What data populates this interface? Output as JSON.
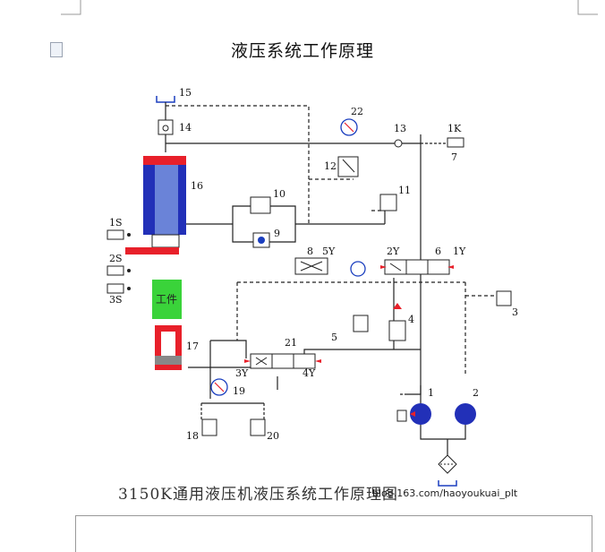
{
  "document": {
    "title": "液压系统工作原理",
    "caption": "3150K通用液压机液压系统工作原理图",
    "watermark": "blog.163.com/haoyoukuai_plt"
  },
  "diagram": {
    "workpiece_label": "工件",
    "labels": {
      "l1": "1",
      "l2": "2",
      "l3": "3",
      "l4": "4",
      "l5": "5",
      "l6": "6",
      "l7": "7",
      "l8": "8",
      "l9": "9",
      "l10": "10",
      "l11": "11",
      "l12": "12",
      "l13": "13",
      "l14": "14",
      "l15": "15",
      "l16": "16",
      "l17": "17",
      "l18": "18",
      "l19": "19",
      "l20": "20",
      "l21": "21",
      "l22": "22",
      "s1": "1S",
      "s2": "2S",
      "s3": "3S",
      "k1": "1K",
      "y1": "1Y",
      "y2": "2Y",
      "y3": "3Y",
      "y4": "4Y",
      "y5": "5Y"
    }
  }
}
